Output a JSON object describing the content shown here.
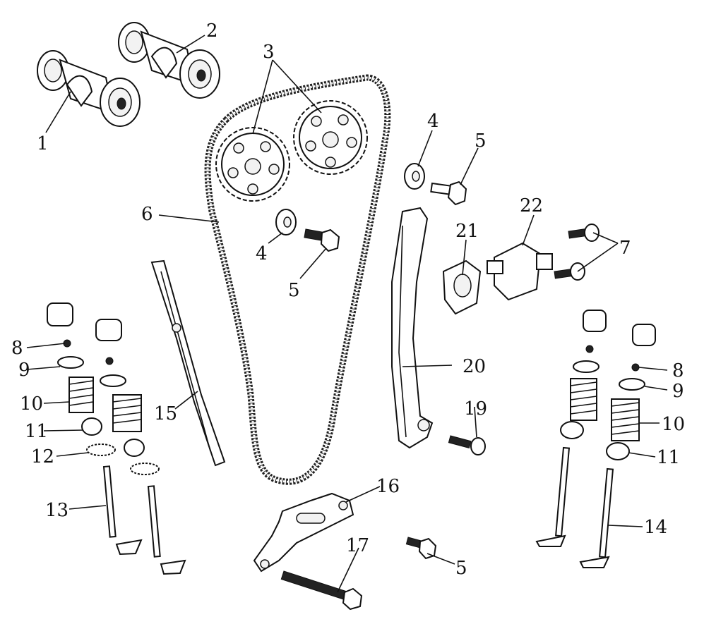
{
  "labels": {
    "l1": "1",
    "l2": "2",
    "l3": "3",
    "l4a": "4",
    "l4b": "4",
    "l5a": "5",
    "l5b": "5",
    "l5c": "5",
    "l6": "6",
    "l7": "7",
    "l8a": "8",
    "l8b": "8",
    "l9a": "9",
    "l9b": "9",
    "l10a": "10",
    "l10b": "10",
    "l11a": "11",
    "l11b": "11",
    "l12": "12",
    "l13": "13",
    "l14": "14",
    "l15": "15",
    "l16": "16",
    "l17": "17",
    "l19": "19",
    "l20": "20",
    "l21": "21",
    "l22": "22"
  }
}
